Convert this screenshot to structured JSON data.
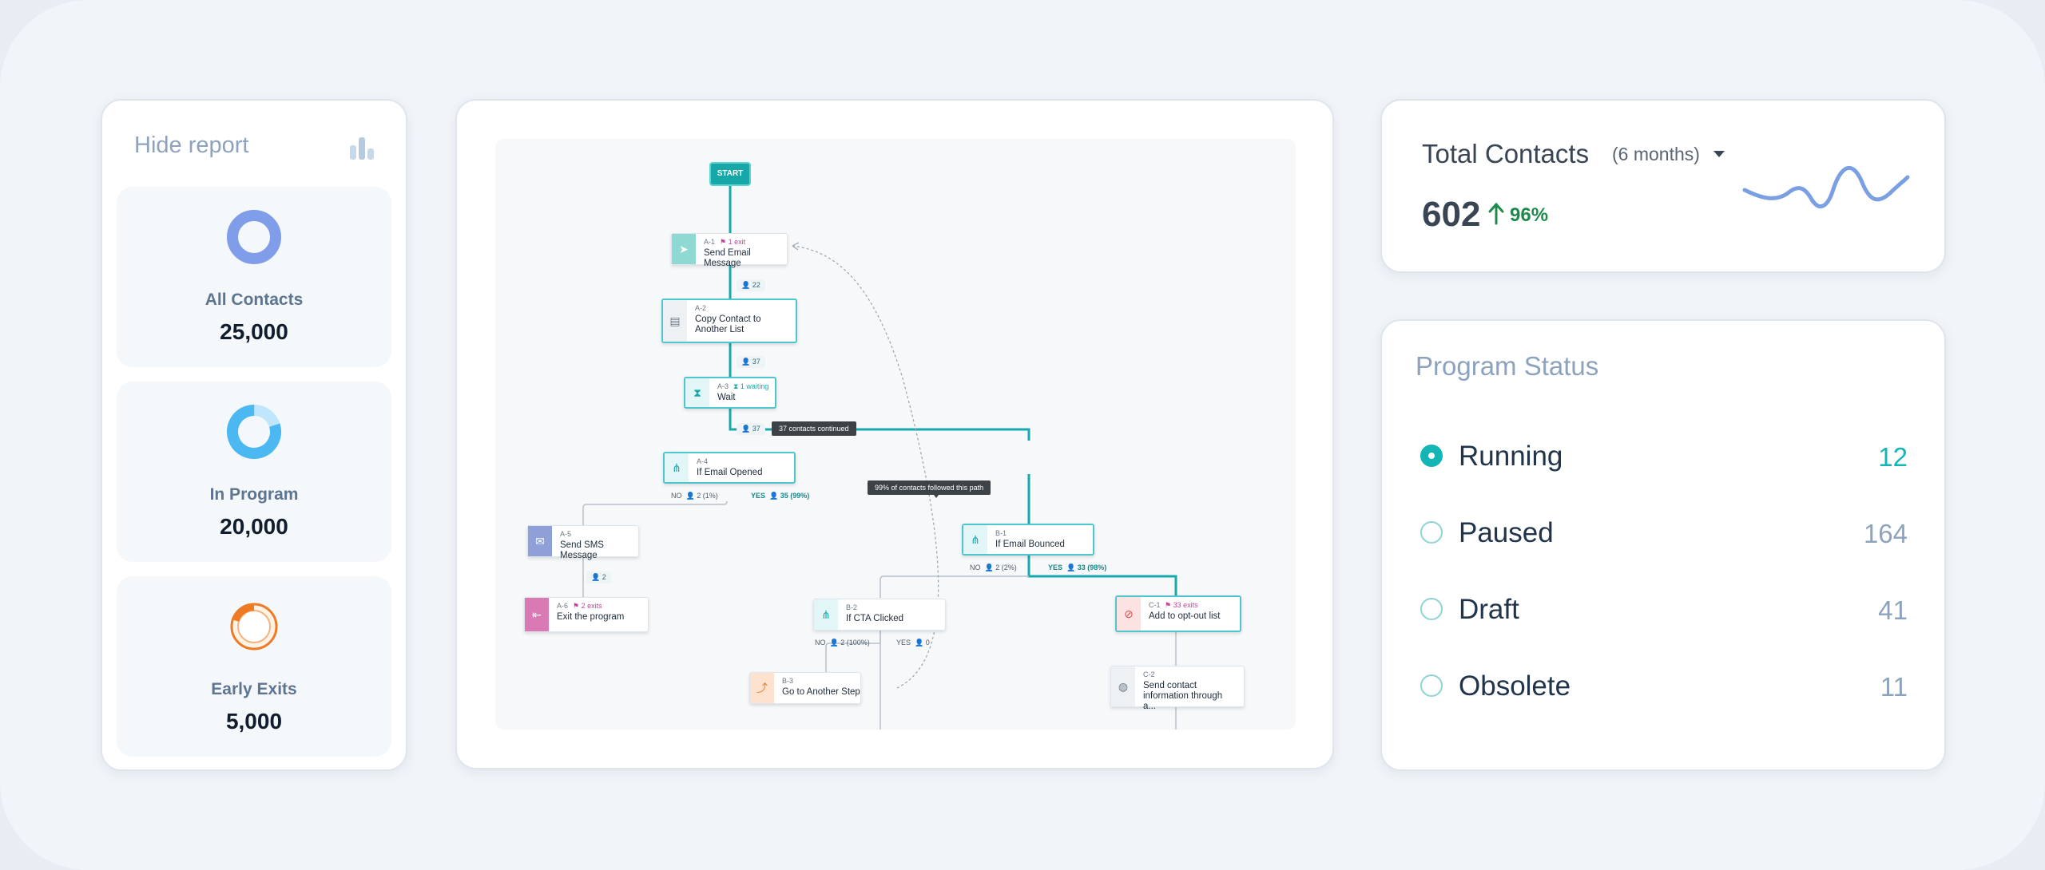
{
  "report": {
    "hide_label": "Hide report",
    "icon": "bar-chart-icon",
    "stats": [
      {
        "label": "All Contacts",
        "value": "25,000",
        "color": "#7f9de8",
        "fraction": 1.0
      },
      {
        "label": "In Program",
        "value": "20,000",
        "color": "#4cb8f2",
        "fraction": 0.8
      },
      {
        "label": "Early Exits",
        "value": "5,000",
        "color": "#ee7b24",
        "fraction": 0.2
      }
    ]
  },
  "flow": {
    "start_label": "START",
    "nodes": {
      "a1": {
        "code": "A-1",
        "badge": "1 exit",
        "title": "Send Email Message",
        "icon": "paper-plane-icon"
      },
      "a2": {
        "code": "A-2",
        "title": "Copy Contact to Another List",
        "icon": "copy-icon"
      },
      "a3": {
        "code": "A-3",
        "badge": "1 waiting",
        "title": "Wait",
        "icon": "hourglass-icon"
      },
      "a4": {
        "code": "A-4",
        "title": "If Email Opened",
        "icon": "branch-icon"
      },
      "a5": {
        "code": "A-5",
        "title": "Send SMS Message",
        "icon": "sms-icon"
      },
      "a6": {
        "code": "A-6",
        "badge": "2 exits",
        "title": "Exit the program",
        "icon": "exit-icon"
      },
      "b1": {
        "code": "B-1",
        "title": "If Email Bounced",
        "icon": "branch-icon"
      },
      "b2": {
        "code": "B-2",
        "title": "If CTA Clicked",
        "icon": "branch-icon"
      },
      "b3": {
        "code": "B-3",
        "title": "Go to Another Step",
        "icon": "goto-icon"
      },
      "c1": {
        "code": "C-1",
        "badge": "33 exits",
        "title": "Add to opt-out list",
        "icon": "block-icon"
      },
      "c2": {
        "code": "C-2",
        "title": "Send contact information through a...",
        "icon": "globe-icon"
      }
    },
    "counts": {
      "after_a1": "22",
      "after_a2": "37",
      "after_a3": "37",
      "a5_a6": "2"
    },
    "edges": {
      "a4_no": "NO",
      "a4_no_count": "2 (1%)",
      "a4_yes": "YES",
      "a4_yes_count": "35 (99%)",
      "b1_no": "NO",
      "b1_no_count": "2 (2%)",
      "b1_yes": "YES",
      "b1_yes_count": "33 (98%)",
      "b2_no": "NO",
      "b2_no_count": "2 (100%)",
      "b2_yes": "YES",
      "b2_yes_count": "0"
    },
    "tooltips": {
      "continued": "37 contacts continued",
      "path": "99% of contacts followed this path"
    }
  },
  "contacts": {
    "title": "Total Contacts",
    "period": "(6 months)",
    "value": "602",
    "change": "96%",
    "trend_color": "#7b9fe3"
  },
  "program_status": {
    "title": "Program Status",
    "items": [
      {
        "label": "Running",
        "count": "12",
        "selected": true
      },
      {
        "label": "Paused",
        "count": "164",
        "selected": false
      },
      {
        "label": "Draft",
        "count": "41",
        "selected": false
      },
      {
        "label": "Obsolete",
        "count": "11",
        "selected": false
      }
    ],
    "accent": "#14b5b5"
  }
}
